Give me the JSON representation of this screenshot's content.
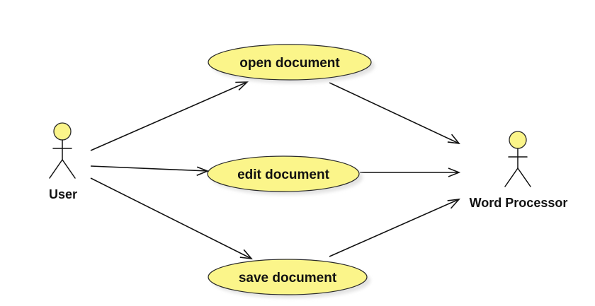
{
  "colors": {
    "use_case_fill": "#fbf58a",
    "use_case_stroke": "#2a2a2a",
    "actor_head_fill": "#fbf58a",
    "line": "#111111",
    "shadow": "#e3e3e3"
  },
  "actors": {
    "user": {
      "label": "User"
    },
    "word_processor": {
      "label": "Word Processor"
    }
  },
  "use_cases": {
    "open": {
      "label": "open document"
    },
    "edit": {
      "label": "edit document"
    },
    "save": {
      "label": "save document"
    }
  },
  "associations": [
    {
      "from": "User",
      "to": "open document"
    },
    {
      "from": "User",
      "to": "edit document"
    },
    {
      "from": "User",
      "to": "save document"
    },
    {
      "from": "open document",
      "to": "Word Processor"
    },
    {
      "from": "edit document",
      "to": "Word Processor"
    },
    {
      "from": "save document",
      "to": "Word Processor"
    }
  ]
}
